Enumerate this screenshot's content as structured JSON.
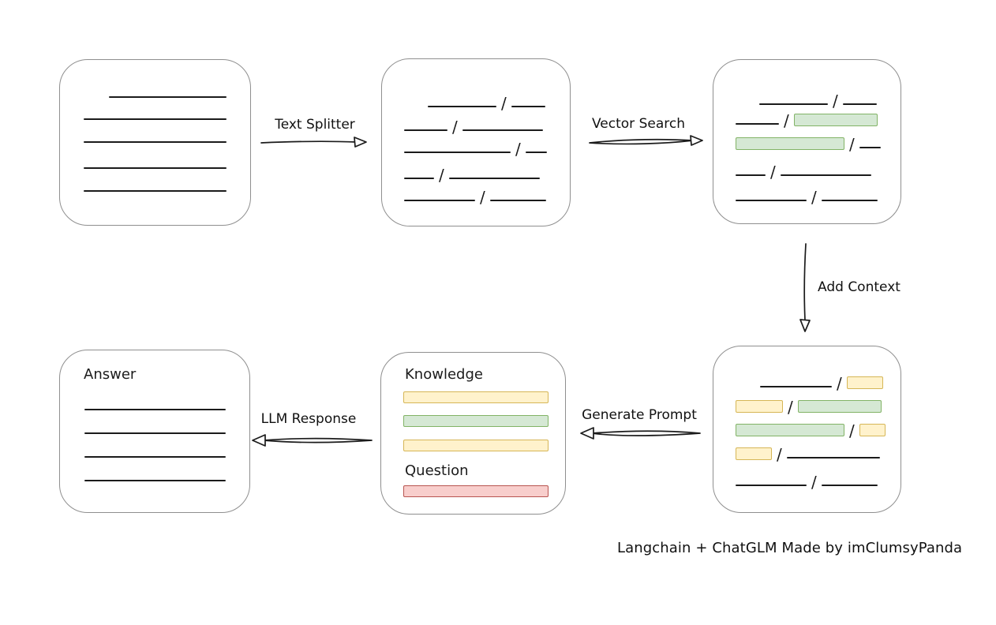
{
  "caption": "Langchain + ChatGLM Made by imClumsyPanda",
  "slash": "/",
  "arrow_labels": {
    "text_splitter": "Text Splitter",
    "vector_search": "Vector Search",
    "add_context": "Add Context",
    "generate_prompt": "Generate Prompt",
    "llm_response": "LLM Response"
  },
  "node_labels": {
    "knowledge": "Knowledge",
    "question": "Question",
    "answer": "Answer"
  },
  "colors": {
    "highlight_green_fill": "#d5e8d4",
    "highlight_green_border": "#82b366",
    "highlight_yellow_fill": "#fff2cc",
    "highlight_yellow_border": "#d6b656",
    "highlight_red_fill": "#f8cecc",
    "highlight_red_border": "#b85450",
    "box_border": "#8f8f8f",
    "ink": "#1b1b1b",
    "background": "#ffffff"
  }
}
